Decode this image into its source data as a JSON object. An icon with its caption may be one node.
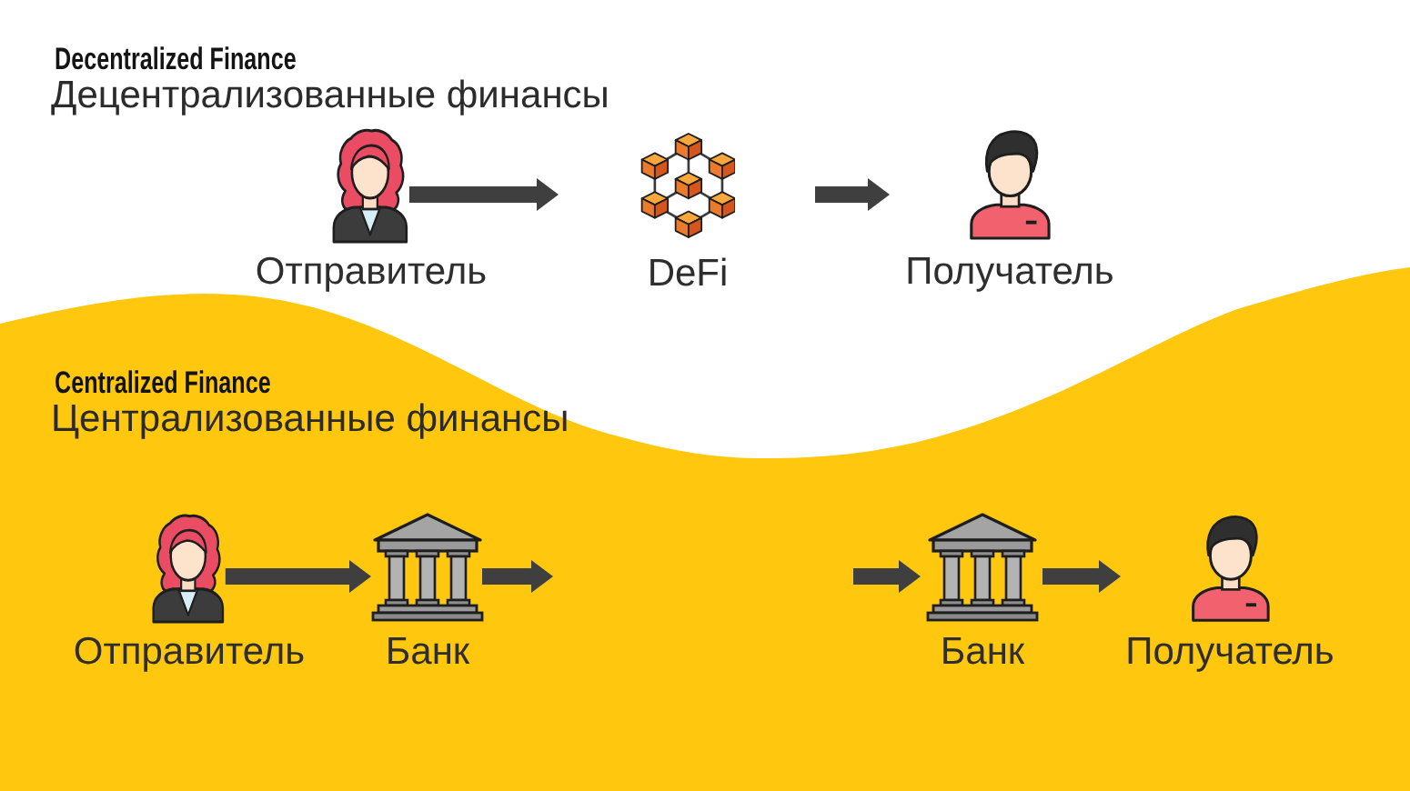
{
  "diagram": {
    "nodes": [
      {
        "text": [
          "Отправитель"
        ]
      },
      {
        "text": [
          "DeFi"
        ]
      },
      {
        "text": [
          "Получатель"
        ]
      },
      {
        "text": [
          "Отправитель"
        ]
      },
      {
        "text": [
          "Банк"
        ]
      },
      {
        "text": [
          "Банк"
        ]
      },
      {
        "text": [
          "Получатель"
        ]
      }
    ],
    "edges": [
      {
        "from": 0,
        "to": 1,
        "arrow": "to"
      },
      {
        "from": 1,
        "to": 2,
        "arrow": "to"
      },
      {
        "from": 3,
        "to": 4,
        "arrow": "to"
      },
      {
        "from": 4,
        "to": null,
        "arrow": "to"
      },
      {
        "from": null,
        "to": 5,
        "arrow": "to"
      },
      {
        "from": 5,
        "to": 6,
        "arrow": "to"
      }
    ],
    "labels": [
      "Decentralized Finance",
      "Децентрализованные финансы",
      "Centralized Finance",
      "Централизованные финансы"
    ]
  }
}
